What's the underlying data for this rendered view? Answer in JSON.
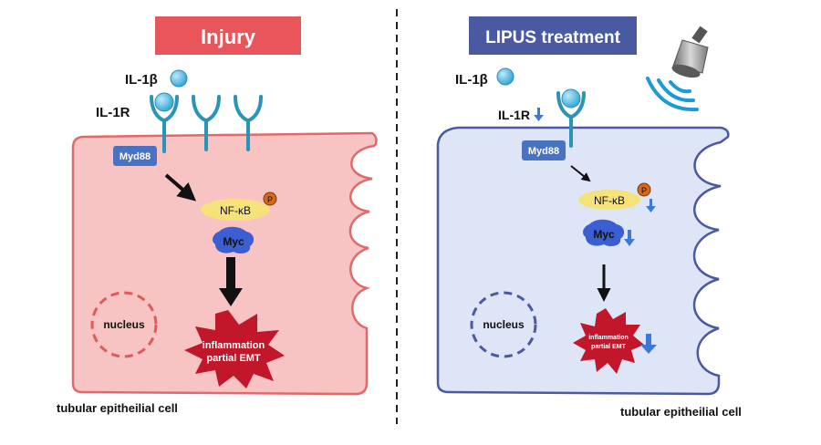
{
  "left_panel": {
    "title": "Injury",
    "ligand": "IL-1β",
    "receptor": "IL-1R",
    "adaptor": "Myd88",
    "transcription_factor": "NF-κB",
    "phospho": "P",
    "oncogene": "Myc",
    "nucleus": "nucleus",
    "outcome_line1": "inflammation",
    "outcome_line2": "partial EMT",
    "cell_label": "tubular epitheilial cell"
  },
  "right_panel": {
    "title": "LIPUS treatment",
    "ligand": "IL-1β",
    "receptor": "IL-1R",
    "adaptor": "Myd88",
    "transcription_factor": "NF-κB",
    "phospho": "P",
    "oncogene": "Myc",
    "nucleus": "nucleus",
    "outcome_line1": "inflammation",
    "outcome_line2": "partial EMT",
    "cell_label": "tubular epitheilial cell"
  },
  "colors": {
    "injury_title_bg": "#e8555a",
    "injury_cell_fill": "#f7c3c3",
    "injury_cell_stroke": "#e06a6a",
    "lipus_title_bg": "#4a5aa0",
    "lipus_cell_fill": "#dde5f7",
    "lipus_cell_stroke": "#4a5aa0",
    "receptor": "#2a93b8",
    "ligand": "#5cc3ea",
    "myd88": "#4a72c2",
    "nfkb": "#f6e27a",
    "phospho": "#d2691e",
    "myc": "#3b5fd0",
    "burst": "#c2162b",
    "down_arrow": "#3d7ad6"
  },
  "icons": [
    "ultrasound-probe-icon",
    "ultrasound-wave-icon",
    "down-arrow-icon"
  ]
}
